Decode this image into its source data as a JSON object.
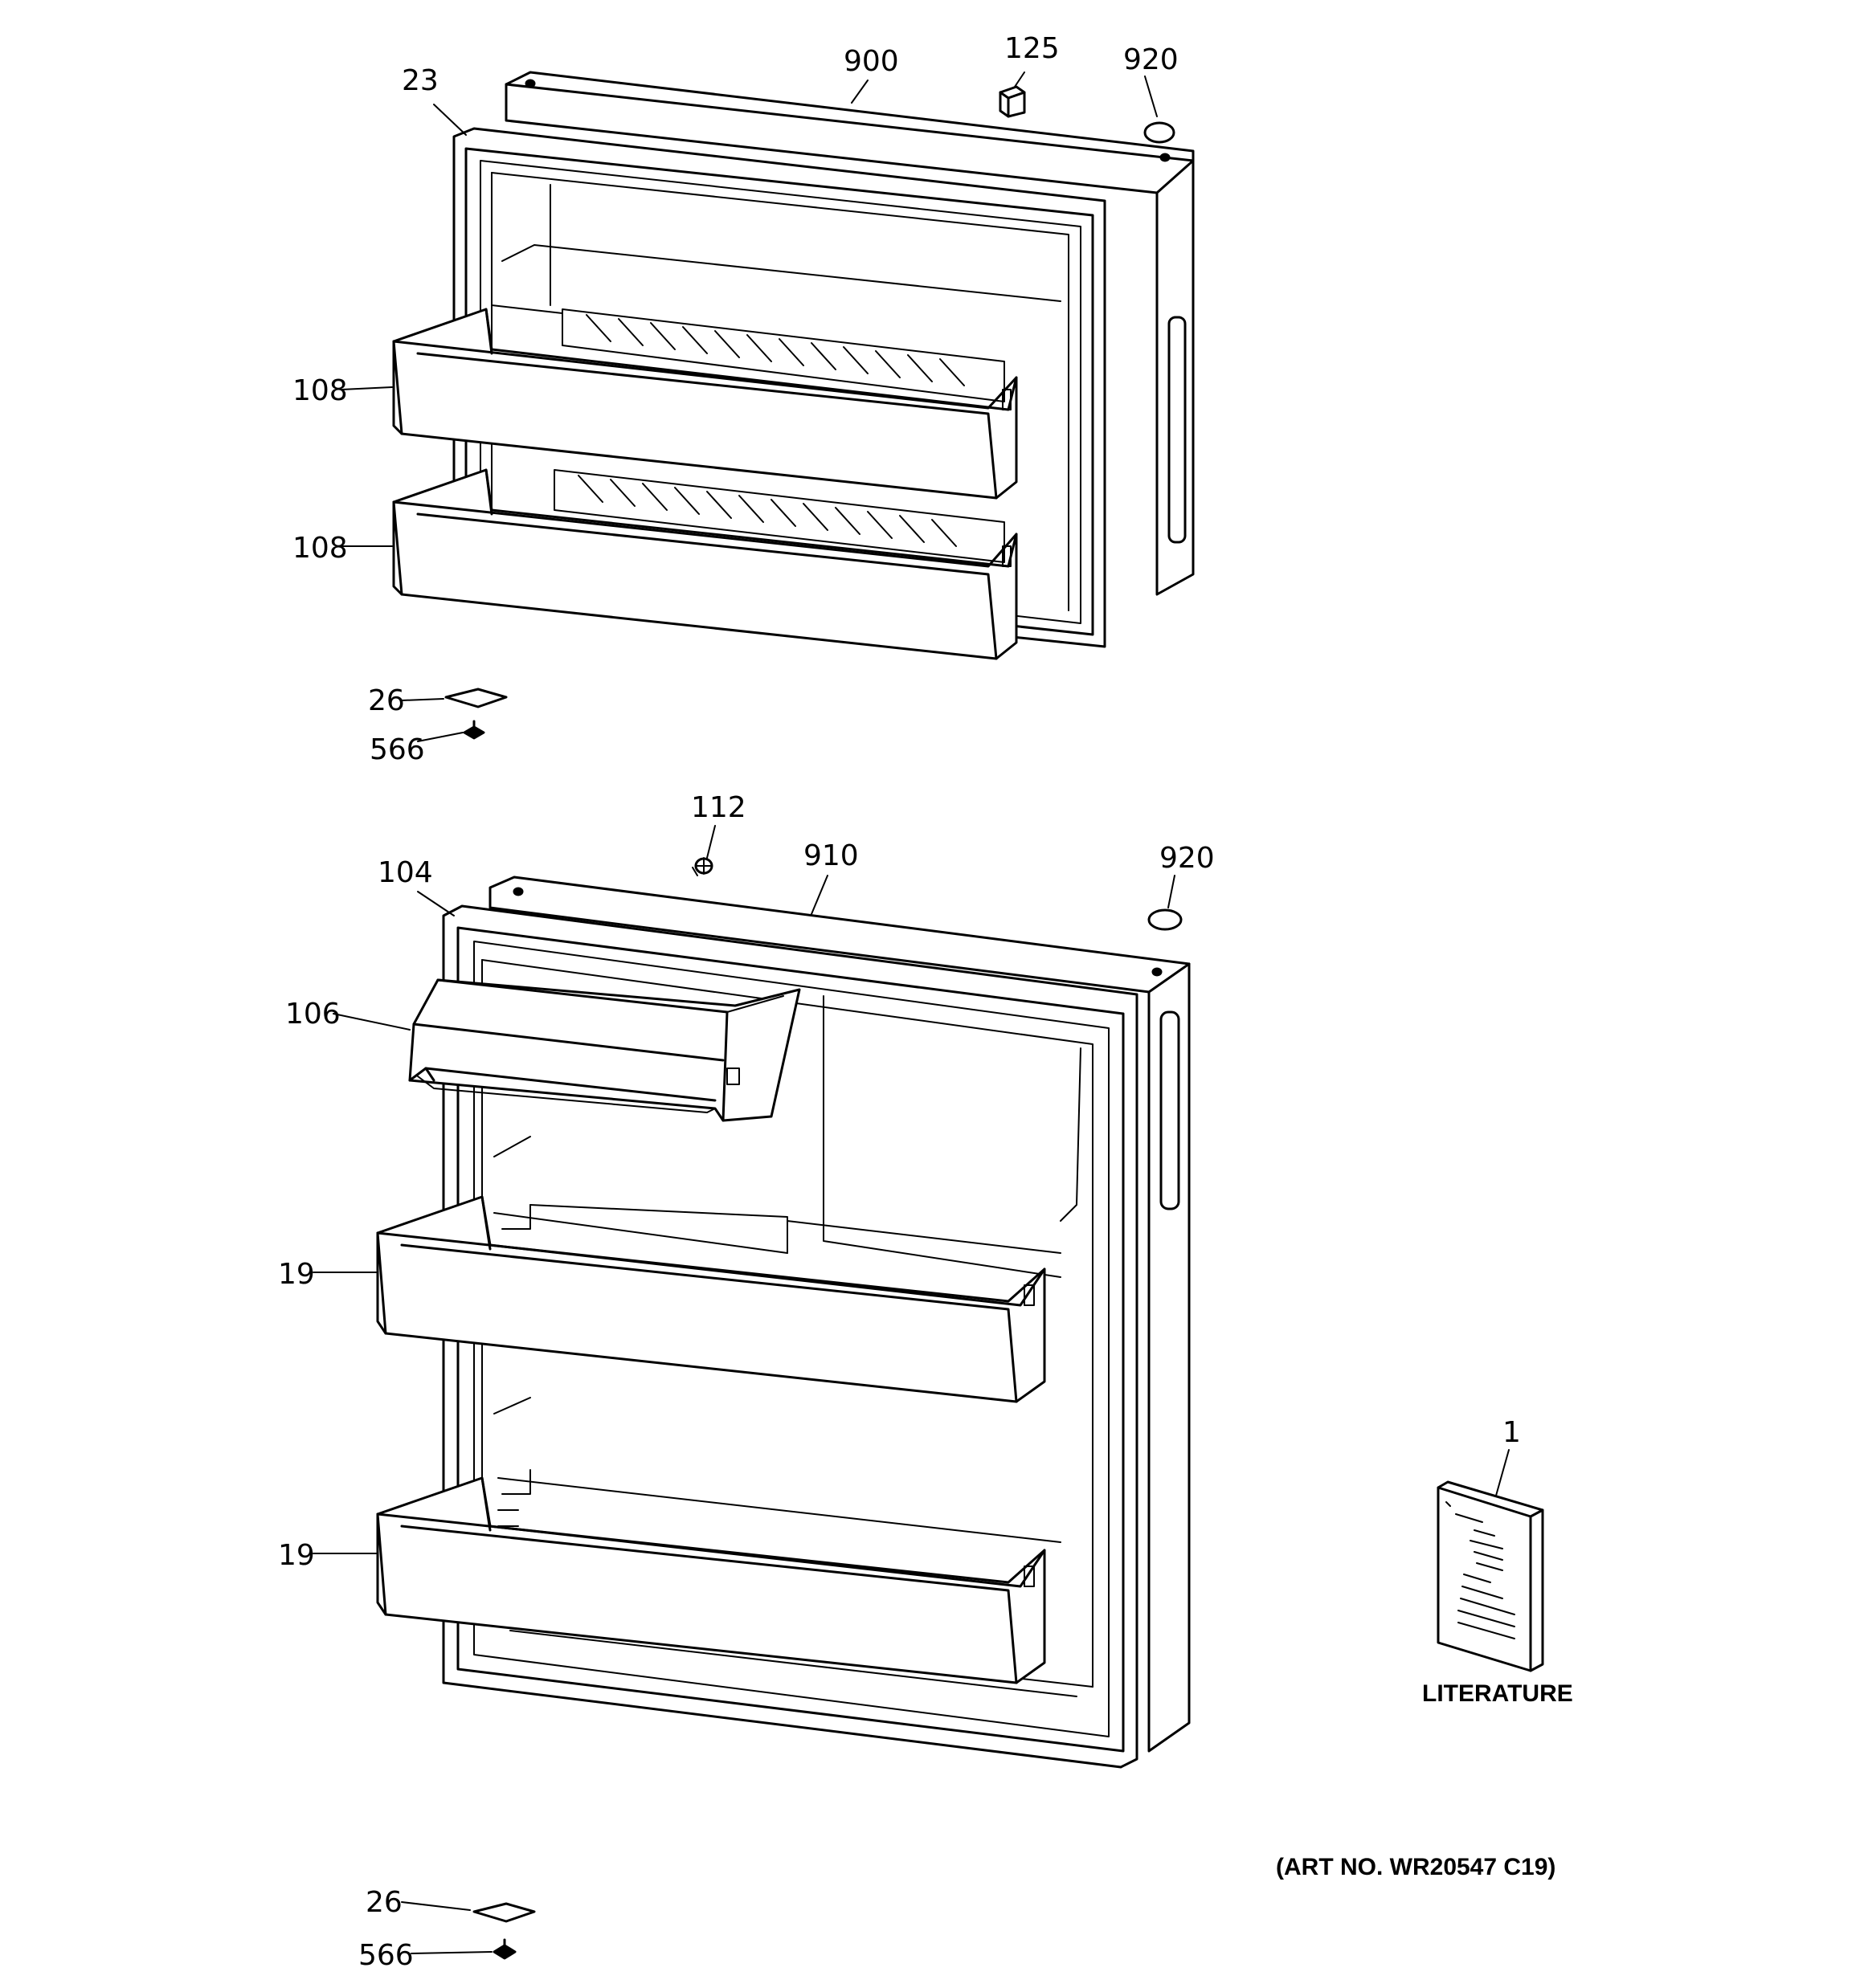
{
  "callouts": {
    "c23": "23",
    "c900": "900",
    "c125": "125",
    "c920_top": "920",
    "c108_a": "108",
    "c108_b": "108",
    "c26_top": "26",
    "c566_top": "566",
    "c112": "112",
    "c910": "910",
    "c920_bottom": "920",
    "c104": "104",
    "c106": "106",
    "c19_a": "19",
    "c19_b": "19",
    "c1": "1",
    "c26_bottom": "26",
    "c566_bottom": "566"
  },
  "literature_label": "LITERATURE",
  "art_number": "(ART NO. WR20547 C19)"
}
